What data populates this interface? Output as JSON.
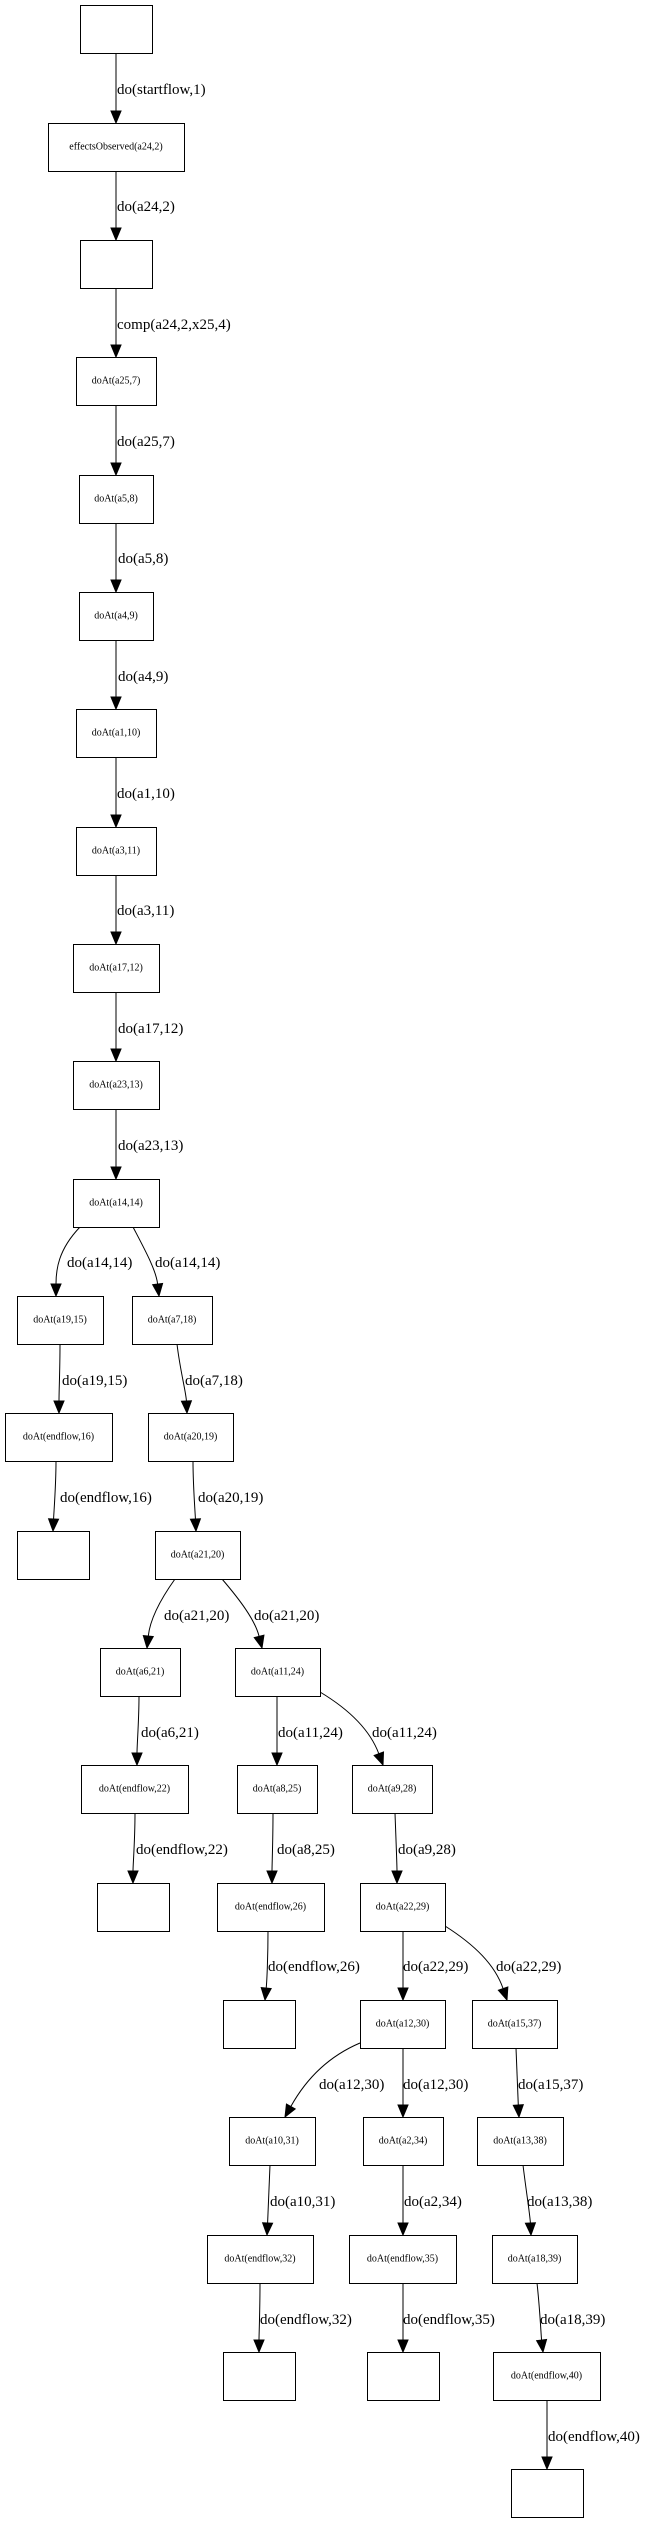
{
  "diagram": {
    "type": "directed-tree",
    "nodes": [
      {
        "id": "n0",
        "label": ""
      },
      {
        "id": "n1",
        "label": "effectsObserved(a24,2)"
      },
      {
        "id": "n2",
        "label": ""
      },
      {
        "id": "n3",
        "label": "doAt(a25,7)"
      },
      {
        "id": "n4",
        "label": "doAt(a5,8)"
      },
      {
        "id": "n5",
        "label": "doAt(a4,9)"
      },
      {
        "id": "n6",
        "label": "doAt(a1,10)"
      },
      {
        "id": "n7",
        "label": "doAt(a3,11)"
      },
      {
        "id": "n8",
        "label": "doAt(a17,12)"
      },
      {
        "id": "n9",
        "label": "doAt(a23,13)"
      },
      {
        "id": "n10",
        "label": "doAt(a14,14)"
      },
      {
        "id": "n11",
        "label": "doAt(a19,15)"
      },
      {
        "id": "n12",
        "label": "doAt(a7,18)"
      },
      {
        "id": "n13",
        "label": "doAt(endflow,16)"
      },
      {
        "id": "n14",
        "label": "doAt(a20,19)"
      },
      {
        "id": "n15",
        "label": ""
      },
      {
        "id": "n16",
        "label": "doAt(a21,20)"
      },
      {
        "id": "n17",
        "label": "doAt(a6,21)"
      },
      {
        "id": "n18",
        "label": "doAt(a11,24)"
      },
      {
        "id": "n19",
        "label": "doAt(endflow,22)"
      },
      {
        "id": "n20",
        "label": "doAt(a8,25)"
      },
      {
        "id": "n21",
        "label": "doAt(a9,28)"
      },
      {
        "id": "n22",
        "label": ""
      },
      {
        "id": "n23",
        "label": "doAt(endflow,26)"
      },
      {
        "id": "n24",
        "label": "doAt(a22,29)"
      },
      {
        "id": "n25",
        "label": ""
      },
      {
        "id": "n26",
        "label": "doAt(a12,30)"
      },
      {
        "id": "n27",
        "label": "doAt(a15,37)"
      },
      {
        "id": "n28",
        "label": "doAt(a10,31)"
      },
      {
        "id": "n29",
        "label": "doAt(a2,34)"
      },
      {
        "id": "n30",
        "label": "doAt(a13,38)"
      },
      {
        "id": "n31",
        "label": "doAt(endflow,32)"
      },
      {
        "id": "n32",
        "label": "doAt(endflow,35)"
      },
      {
        "id": "n33",
        "label": "doAt(a18,39)"
      },
      {
        "id": "n34",
        "label": ""
      },
      {
        "id": "n35",
        "label": ""
      },
      {
        "id": "n36",
        "label": "doAt(endflow,40)"
      },
      {
        "id": "n37",
        "label": ""
      }
    ],
    "edges": [
      {
        "from": "n0",
        "to": "n1",
        "label": "do(startflow,1)"
      },
      {
        "from": "n1",
        "to": "n2",
        "label": "do(a24,2)"
      },
      {
        "from": "n2",
        "to": "n3",
        "label": "comp(a24,2,x25,4)"
      },
      {
        "from": "n3",
        "to": "n4",
        "label": "do(a25,7)"
      },
      {
        "from": "n4",
        "to": "n5",
        "label": "do(a5,8)"
      },
      {
        "from": "n5",
        "to": "n6",
        "label": "do(a4,9)"
      },
      {
        "from": "n6",
        "to": "n7",
        "label": "do(a1,10)"
      },
      {
        "from": "n7",
        "to": "n8",
        "label": "do(a3,11)"
      },
      {
        "from": "n8",
        "to": "n9",
        "label": "do(a17,12)"
      },
      {
        "from": "n9",
        "to": "n10",
        "label": "do(a23,13)"
      },
      {
        "from": "n10",
        "to": "n11",
        "label": "do(a14,14)"
      },
      {
        "from": "n10",
        "to": "n12",
        "label": "do(a14,14)"
      },
      {
        "from": "n11",
        "to": "n13",
        "label": "do(a19,15)"
      },
      {
        "from": "n12",
        "to": "n14",
        "label": "do(a7,18)"
      },
      {
        "from": "n13",
        "to": "n15",
        "label": "do(endflow,16)"
      },
      {
        "from": "n14",
        "to": "n16",
        "label": "do(a20,19)"
      },
      {
        "from": "n16",
        "to": "n17",
        "label": "do(a21,20)"
      },
      {
        "from": "n16",
        "to": "n18",
        "label": "do(a21,20)"
      },
      {
        "from": "n17",
        "to": "n19",
        "label": "do(a6,21)"
      },
      {
        "from": "n18",
        "to": "n20",
        "label": "do(a11,24)"
      },
      {
        "from": "n18",
        "to": "n21",
        "label": "do(a11,24)"
      },
      {
        "from": "n19",
        "to": "n22",
        "label": "do(endflow,22)"
      },
      {
        "from": "n20",
        "to": "n23",
        "label": "do(a8,25)"
      },
      {
        "from": "n21",
        "to": "n24",
        "label": "do(a9,28)"
      },
      {
        "from": "n23",
        "to": "n25",
        "label": "do(endflow,26)"
      },
      {
        "from": "n24",
        "to": "n26",
        "label": "do(a22,29)"
      },
      {
        "from": "n24",
        "to": "n27",
        "label": "do(a22,29)"
      },
      {
        "from": "n26",
        "to": "n28",
        "label": "do(a12,30)"
      },
      {
        "from": "n26",
        "to": "n29",
        "label": "do(a12,30)"
      },
      {
        "from": "n27",
        "to": "n30",
        "label": "do(a15,37)"
      },
      {
        "from": "n28",
        "to": "n31",
        "label": "do(a10,31)"
      },
      {
        "from": "n29",
        "to": "n32",
        "label": "do(a2,34)"
      },
      {
        "from": "n30",
        "to": "n33",
        "label": "do(a13,38)"
      },
      {
        "from": "n31",
        "to": "n34",
        "label": "do(endflow,32)"
      },
      {
        "from": "n32",
        "to": "n35",
        "label": "do(endflow,35)"
      },
      {
        "from": "n33",
        "to": "n36",
        "label": "do(a18,39)"
      },
      {
        "from": "n36",
        "to": "n37",
        "label": "do(endflow,40)"
      }
    ]
  }
}
